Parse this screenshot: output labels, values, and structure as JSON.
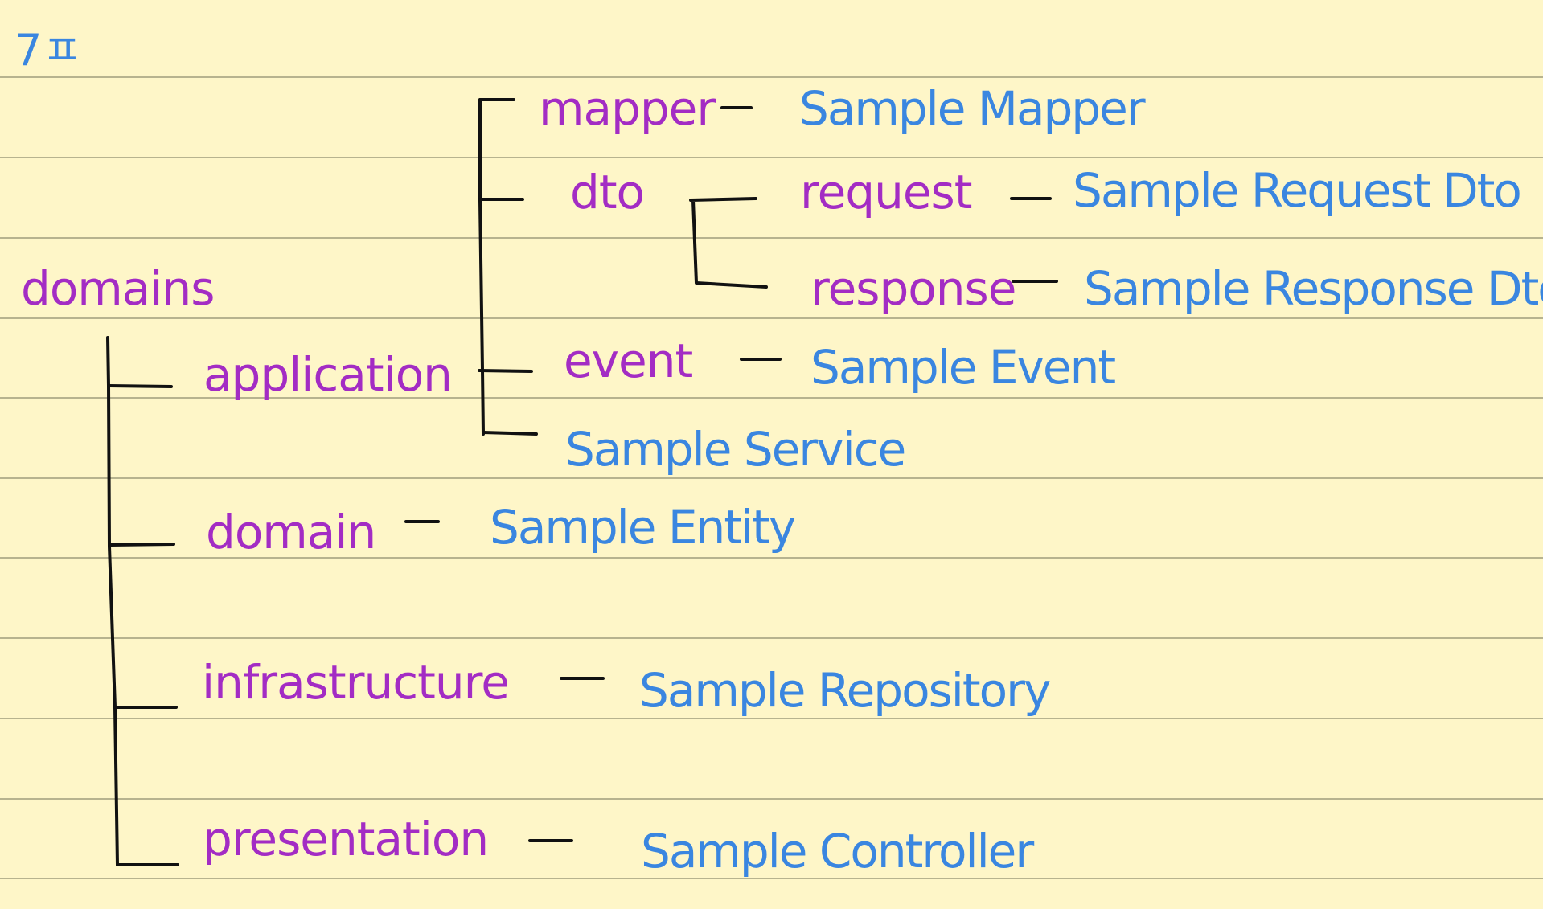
{
  "title": "7ㅍ",
  "colors": {
    "paper": "#fef6c8",
    "rule": "#b7b38f",
    "line": "#111111",
    "folder": "#a32cc4",
    "file": "#3a86e0"
  },
  "tree": {
    "root": "domains",
    "application": {
      "label": "application",
      "mapper": {
        "label": "mapper",
        "file": "Sample Mapper"
      },
      "dto": {
        "label": "dto",
        "request": {
          "label": "request",
          "file": "Sample Request Dto"
        },
        "response": {
          "label": "response",
          "file": "Sample Response Dto"
        }
      },
      "event": {
        "label": "event",
        "file": "Sample Event"
      },
      "service_file": "Sample Service"
    },
    "domain": {
      "label": "domain",
      "file": "Sample Entity"
    },
    "infrastructure": {
      "label": "infrastructure",
      "file": "Sample Repository"
    },
    "presentation": {
      "label": "presentation",
      "file": "Sample Controller"
    }
  }
}
